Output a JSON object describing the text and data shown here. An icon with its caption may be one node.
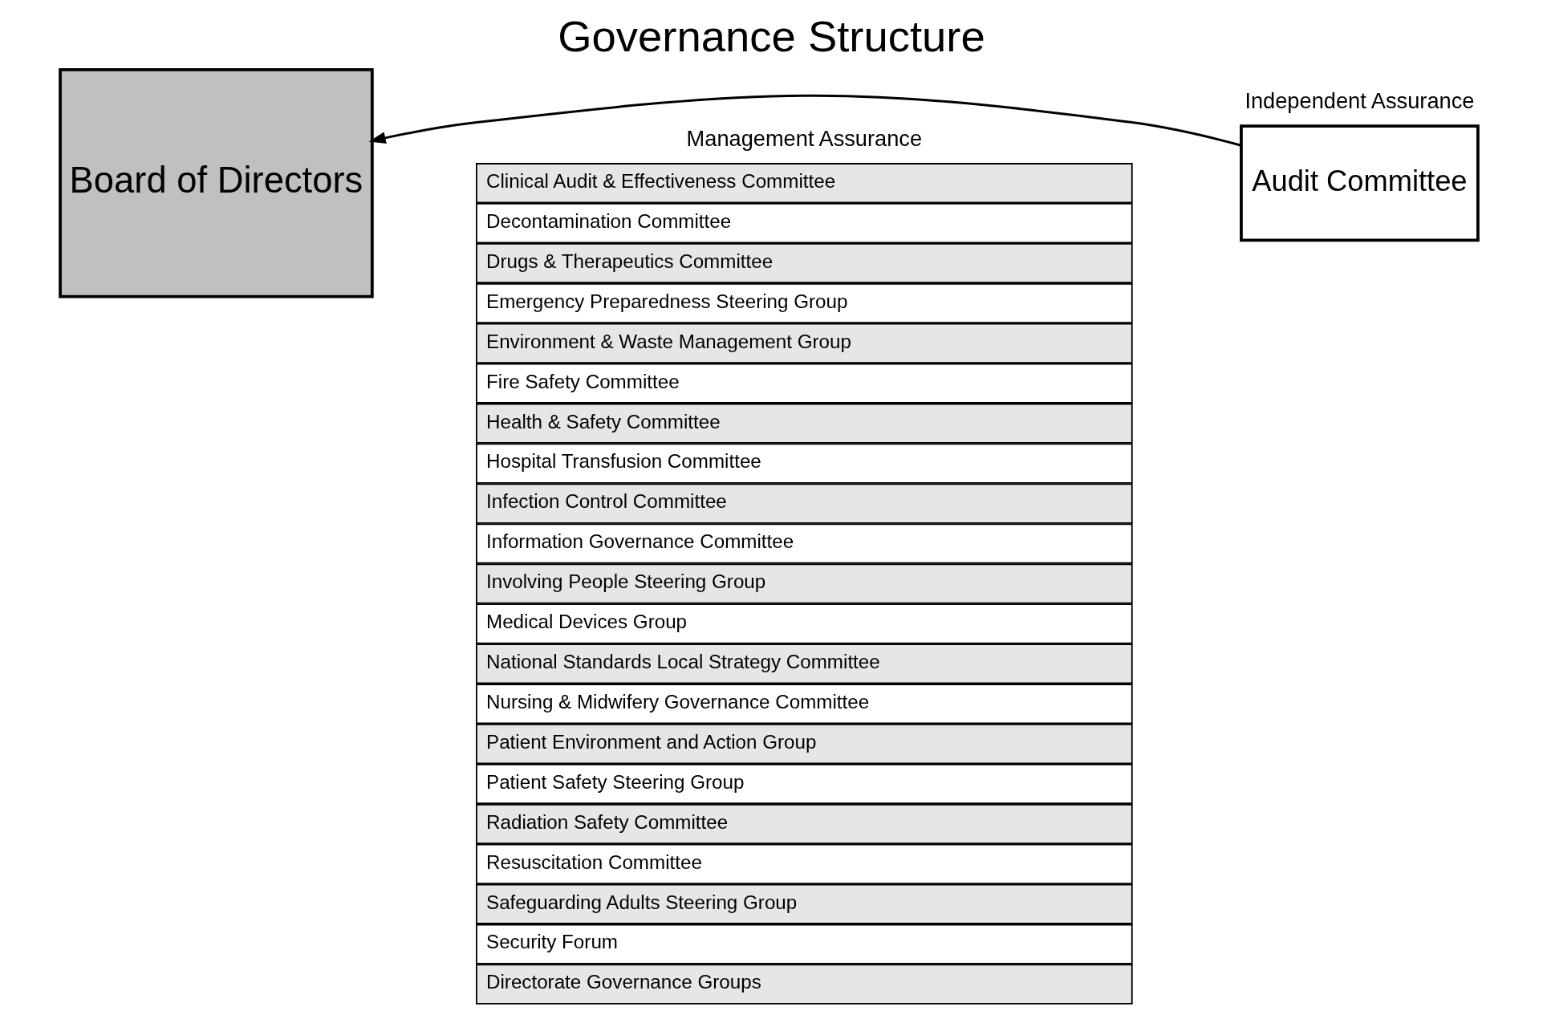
{
  "diagram": {
    "title": "Governance Structure",
    "nodes": [
      {
        "text": [
          "Board of Directors"
        ]
      },
      {
        "text": [
          "Clinical Audit & Effectiveness Committee"
        ]
      },
      {
        "text": [
          "Decontamination Committee"
        ]
      },
      {
        "text": [
          "Drugs & Therapeutics Committee"
        ]
      },
      {
        "text": [
          "Emergency Preparedness Steering Group"
        ]
      },
      {
        "text": [
          "Environment & Waste Management Group"
        ]
      },
      {
        "text": [
          "Fire Safety Committee"
        ]
      },
      {
        "text": [
          "Health & Safety Committee"
        ]
      },
      {
        "text": [
          "Hospital Transfusion Committee"
        ]
      },
      {
        "text": [
          "Infection Control Committee"
        ]
      },
      {
        "text": [
          "Information Governance Committee"
        ]
      },
      {
        "text": [
          "Involving People Steering Group"
        ]
      },
      {
        "text": [
          "Medical Devices Group"
        ]
      },
      {
        "text": [
          "National Standards Local Strategy Committee"
        ]
      },
      {
        "text": [
          "Nursing & Midwifery Governance Committee"
        ]
      },
      {
        "text": [
          "Patient Environment and Action Group"
        ]
      },
      {
        "text": [
          "Patient Safety Steering Group"
        ]
      },
      {
        "text": [
          "Radiation Safety Committee"
        ]
      },
      {
        "text": [
          "Resuscitation Committee"
        ]
      },
      {
        "text": [
          "Safeguarding Adults Steering Group"
        ]
      },
      {
        "text": [
          "Security Forum"
        ]
      },
      {
        "text": [
          "Directorate Governance Groups"
        ]
      },
      {
        "text": [
          "Audit Committee"
        ]
      }
    ],
    "edges": [
      {
        "from": 22,
        "to": 0,
        "arrow": "to"
      }
    ],
    "labels": [
      "Management Assurance",
      "Independent Assurance"
    ]
  }
}
